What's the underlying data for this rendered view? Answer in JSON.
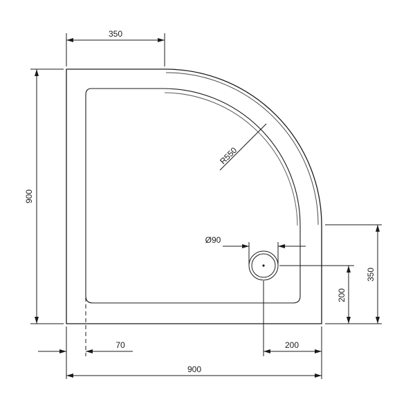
{
  "dimensions": {
    "top_width": "350",
    "left_height": "900",
    "radius": "R550",
    "drain_diameter": "Ø90",
    "right_height": "350",
    "drain_y": "200",
    "drain_x": "200",
    "inset": "70",
    "bottom_width": "900"
  }
}
